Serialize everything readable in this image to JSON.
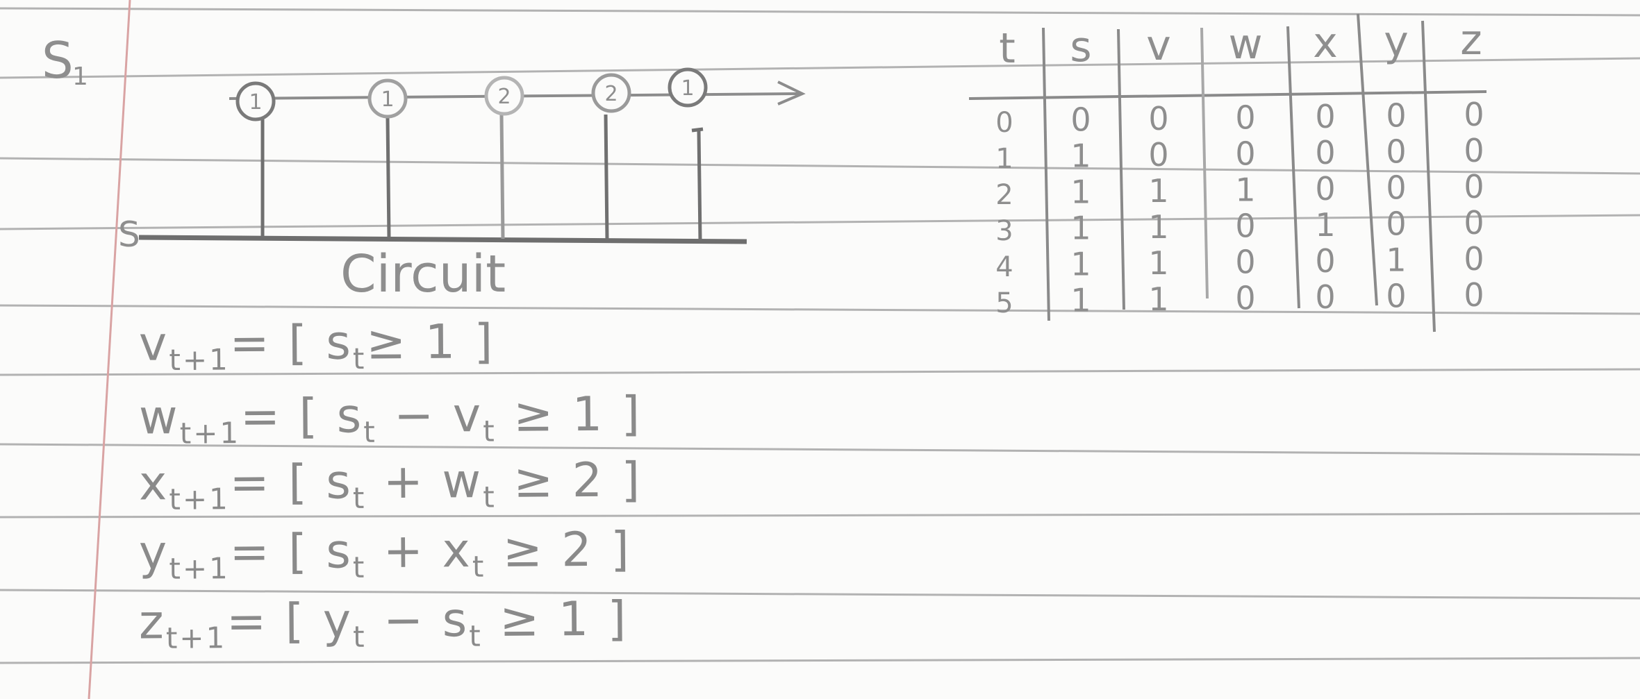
{
  "sheet": {
    "circuit": {
      "top_label": "S",
      "top_label_sub": "1",
      "bottom_label": "S",
      "caption": "Circuit",
      "neurons": [
        "1",
        "1",
        "2",
        "2",
        "1"
      ]
    },
    "equations": [
      {
        "lhs": "v",
        "lhs_sub": "t+1",
        "rhs": "= [ s",
        "rhs_sub": "t",
        "cond": "≥ 1 ]"
      },
      {
        "lhs": "w",
        "lhs_sub": "t+1",
        "rhs": "= [ s",
        "rhs_sub": "t",
        "mid": " − v",
        "mid_sub": "t",
        "cond": " ≥ 1 ]"
      },
      {
        "lhs": "x",
        "lhs_sub": "t+1",
        "rhs": "= [ s",
        "rhs_sub": "t",
        "mid": " + w",
        "mid_sub": "t",
        "cond": " ≥ 2 ]"
      },
      {
        "lhs": "y",
        "lhs_sub": "t+1",
        "rhs": "= [ s",
        "rhs_sub": "t",
        "mid": " + x",
        "mid_sub": "t",
        "cond": " ≥ 2 ]"
      },
      {
        "lhs": "z",
        "lhs_sub": "t+1",
        "rhs": "= [ y",
        "rhs_sub": "t",
        "mid": " − s",
        "mid_sub": "t",
        "cond": " ≥ 1 ]"
      }
    ],
    "table": {
      "headers": [
        "t",
        "s",
        "v",
        "w",
        "x",
        "y",
        "z"
      ],
      "rows": [
        [
          "0",
          "0",
          "0",
          "0",
          "0",
          "0",
          "0"
        ],
        [
          "1",
          "1",
          "0",
          "0",
          "0",
          "0",
          "0"
        ],
        [
          "2",
          "1",
          "1",
          "1",
          "0",
          "0",
          "0"
        ],
        [
          "3",
          "1",
          "1",
          "0",
          "1",
          "0",
          "0"
        ],
        [
          "4",
          "1",
          "1",
          "0",
          "0",
          "1",
          "0"
        ],
        [
          "5",
          "1",
          "1",
          "0",
          "0",
          "0",
          "0"
        ]
      ]
    }
  }
}
